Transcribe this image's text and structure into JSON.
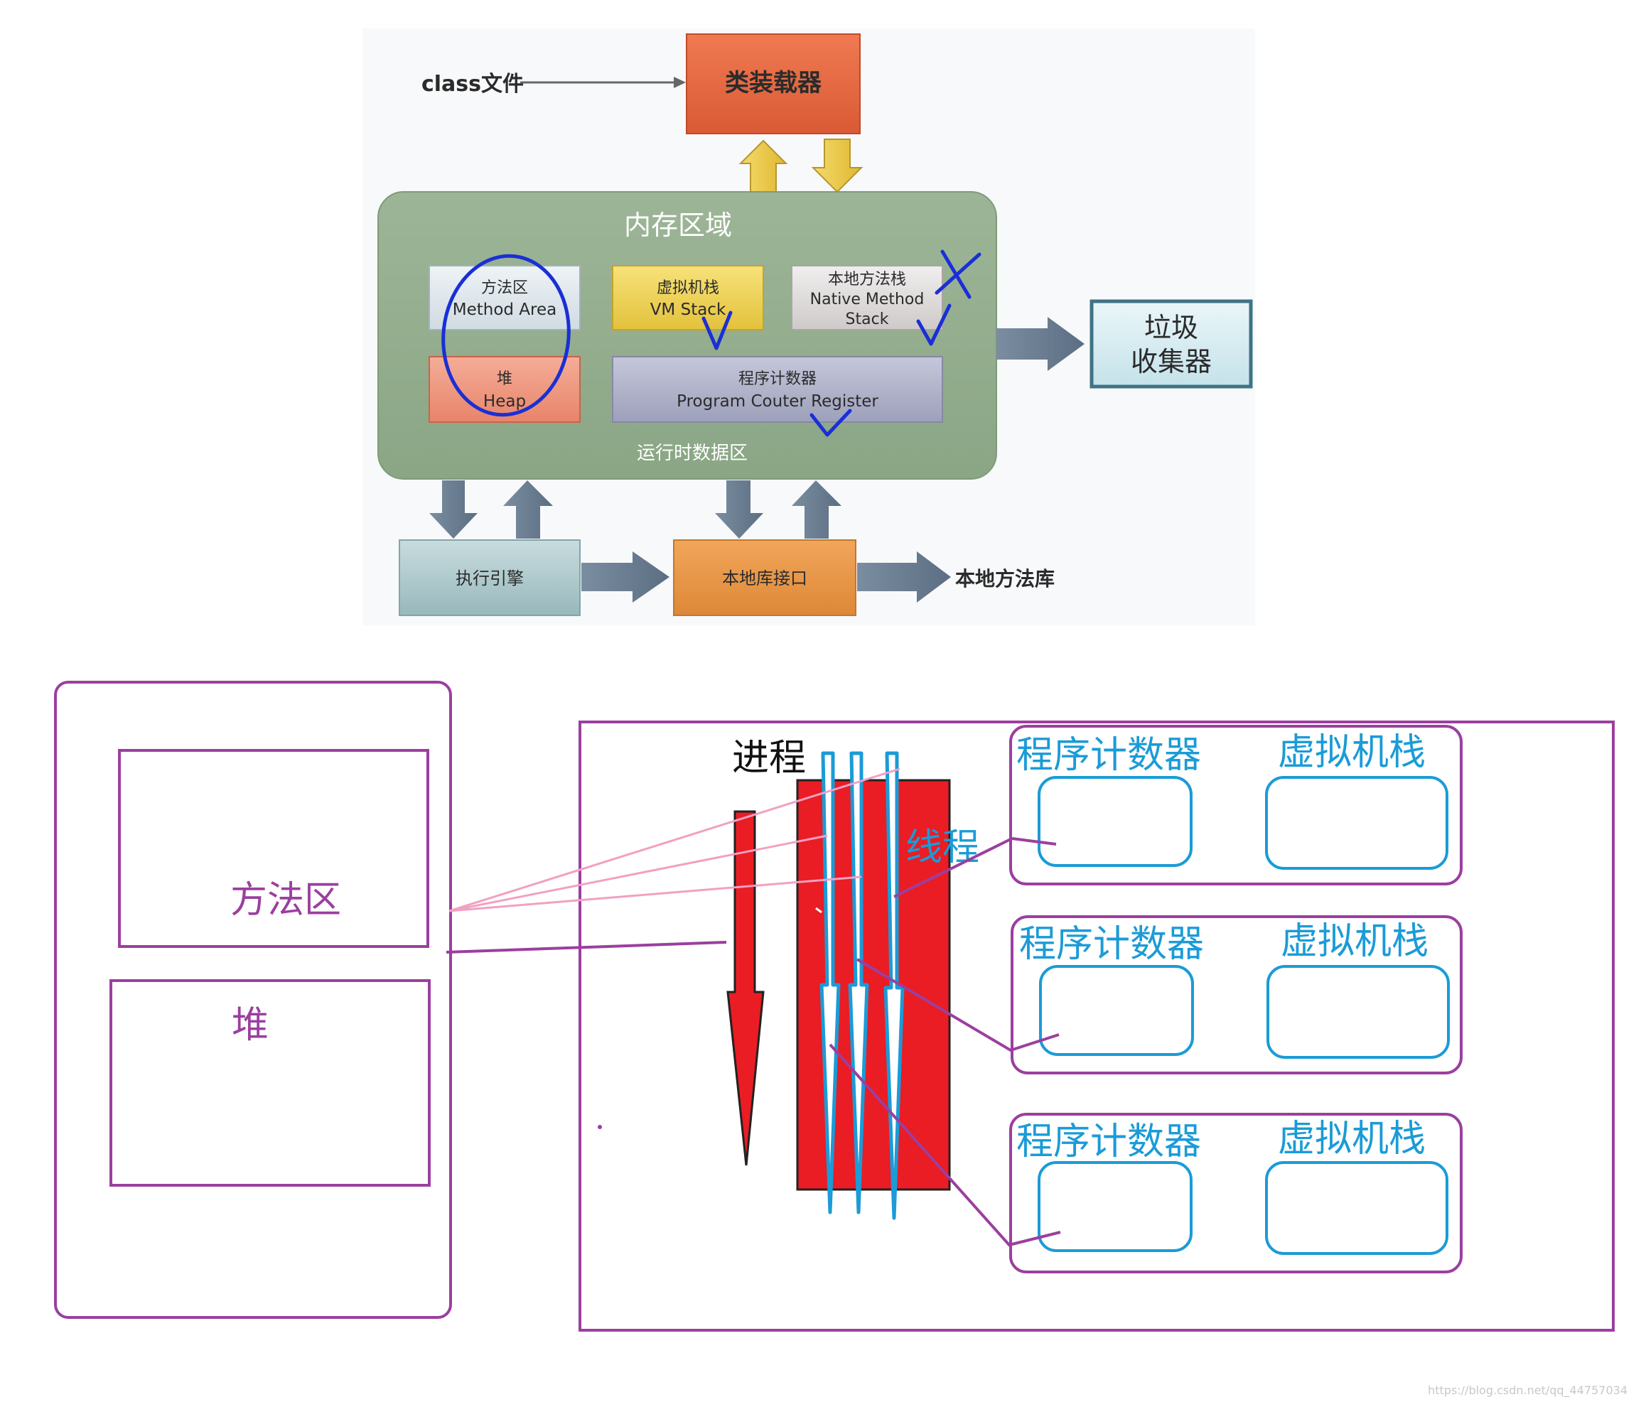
{
  "top": {
    "class_file": "class文件",
    "class_loader": "类装载器",
    "memory_area": "内存区域",
    "method_area_cn": "方法区",
    "method_area_en": "Method Area",
    "vm_stack_cn": "虚拟机栈",
    "vm_stack_en": "VM Stack",
    "native_stack_cn": "本地方法栈",
    "native_stack_en1": "Native Method",
    "native_stack_en2": "Stack",
    "heap_cn": "堆",
    "heap_en": "Heap",
    "pc_cn": "程序计数器",
    "pc_en": "Program Couter Register",
    "runtime_area": "运行时数据区",
    "gc_line1": "垃圾",
    "gc_line2": "收集器",
    "exec_engine": "执行引擎",
    "native_interface": "本地库接口",
    "native_lib": "本地方法库"
  },
  "bottom": {
    "method_area": "方法区",
    "heap": "堆",
    "process": "进程",
    "thread": "线程",
    "threads": [
      {
        "pc": "程序计数器",
        "stack": "虚拟机栈"
      },
      {
        "pc": "程序计数器",
        "stack": "虚拟机栈"
      },
      {
        "pc": "程序计数器",
        "stack": "虚拟机栈"
      }
    ]
  },
  "watermark": "https://blog.csdn.net/qq_44757034",
  "colors": {
    "purple": "#9b3f9f",
    "cyan": "#1b9bd7",
    "red": "#ea1c24",
    "pink": "#f2a0c2",
    "ink": "#1a2fd6"
  }
}
